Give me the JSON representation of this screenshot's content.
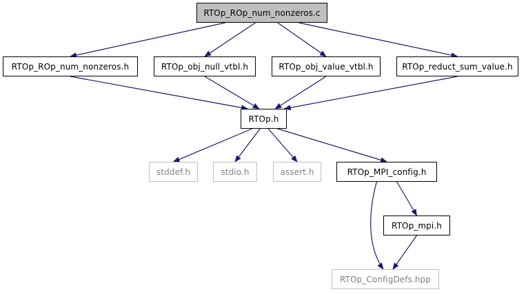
{
  "graph": {
    "nodes": {
      "root": "RTOp_ROp_num_nonzeros.c",
      "rop_h": "RTOp_ROp_num_nonzeros.h",
      "null_vtbl": "RTOp_obj_null_vtbl.h",
      "value_vtbl": "RTOp_obj_value_vtbl.h",
      "reduct_sum": "RTOp_reduct_sum_value.h",
      "rtop_h": "RTOp.h",
      "stddef": "stddef.h",
      "stdio": "stdio.h",
      "assert": "assert.h",
      "mpi_config": "RTOp_MPI_config.h",
      "mpi_h": "RTOp_mpi.h",
      "configdefs": "RTOp_ConfigDefs.hpp"
    },
    "edges": [
      [
        "root",
        "rop_h"
      ],
      [
        "root",
        "null_vtbl"
      ],
      [
        "root",
        "value_vtbl"
      ],
      [
        "root",
        "reduct_sum"
      ],
      [
        "rop_h",
        "rtop_h"
      ],
      [
        "null_vtbl",
        "rtop_h"
      ],
      [
        "value_vtbl",
        "rtop_h"
      ],
      [
        "reduct_sum",
        "rtop_h"
      ],
      [
        "rtop_h",
        "stddef"
      ],
      [
        "rtop_h",
        "stdio"
      ],
      [
        "rtop_h",
        "assert"
      ],
      [
        "rtop_h",
        "mpi_config"
      ],
      [
        "mpi_config",
        "mpi_h"
      ],
      [
        "mpi_config",
        "configdefs"
      ],
      [
        "mpi_h",
        "configdefs"
      ]
    ],
    "colors": {
      "edge": "#191970",
      "root_fill": "#bfbfbf",
      "missing_border": "#bfbfbf",
      "missing_text": "#7f7f7f"
    }
  }
}
